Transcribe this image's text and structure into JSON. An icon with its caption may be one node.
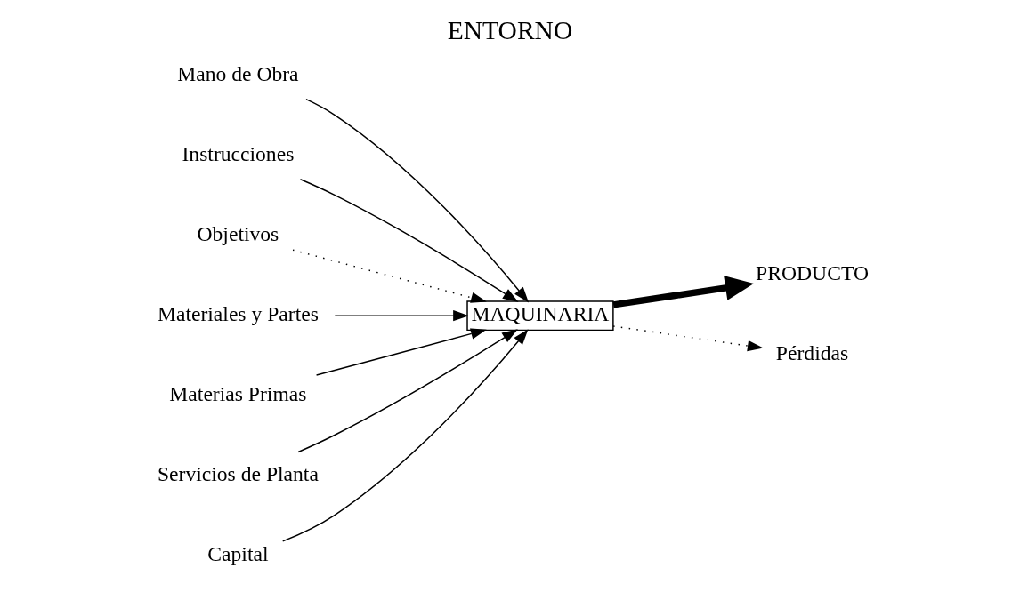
{
  "diagram": {
    "title": "ENTORNO",
    "nodes": [
      {
        "text": [
          "Mano de Obra"
        ]
      },
      {
        "text": [
          "Instrucciones"
        ]
      },
      {
        "text": [
          "Objetivos"
        ]
      },
      {
        "text": [
          "Materiales y Partes"
        ]
      },
      {
        "text": [
          "Materias Primas"
        ]
      },
      {
        "text": [
          "MAQUINARIA"
        ]
      },
      {
        "text": [
          "PRODUCTO"
        ]
      },
      {
        "text": [
          "Servicios de Planta"
        ]
      },
      {
        "text": [
          "Pérdidas"
        ]
      },
      {
        "text": [
          "Capital"
        ]
      }
    ],
    "edges": [
      {
        "from": 0,
        "to": 5,
        "arrow": "to"
      },
      {
        "from": 1,
        "to": 5,
        "arrow": "to"
      },
      {
        "from": 2,
        "to": 5,
        "arrow": "to",
        "style": "dashed"
      },
      {
        "from": 3,
        "to": 5,
        "arrow": "to"
      },
      {
        "from": 4,
        "to": 5,
        "arrow": "to"
      },
      {
        "from": 7,
        "to": 5,
        "arrow": "to"
      },
      {
        "from": 9,
        "to": 5,
        "arrow": "to"
      },
      {
        "from": 5,
        "to": 6,
        "arrow": "to",
        "style": "thick"
      },
      {
        "from": 5,
        "to": 8,
        "arrow": "to",
        "style": "dashed"
      }
    ]
  }
}
